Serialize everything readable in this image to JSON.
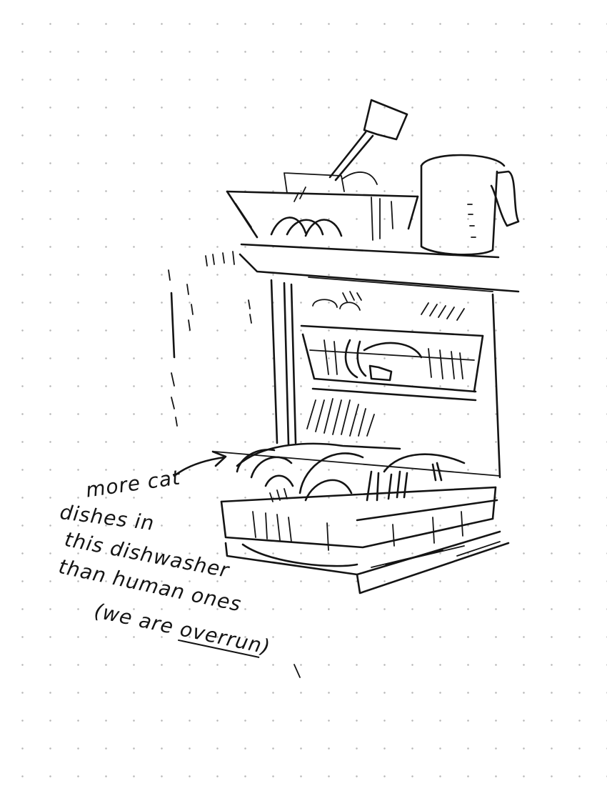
{
  "sketch": {
    "subject": "dishwasher",
    "caption": {
      "lines": [
        "more cat",
        "dishes in",
        "this dishwasher",
        "than human ones"
      ],
      "last_line_prefix": "(we are ",
      "last_line_emphasis": "overrun",
      "last_line_suffix": ")"
    }
  }
}
